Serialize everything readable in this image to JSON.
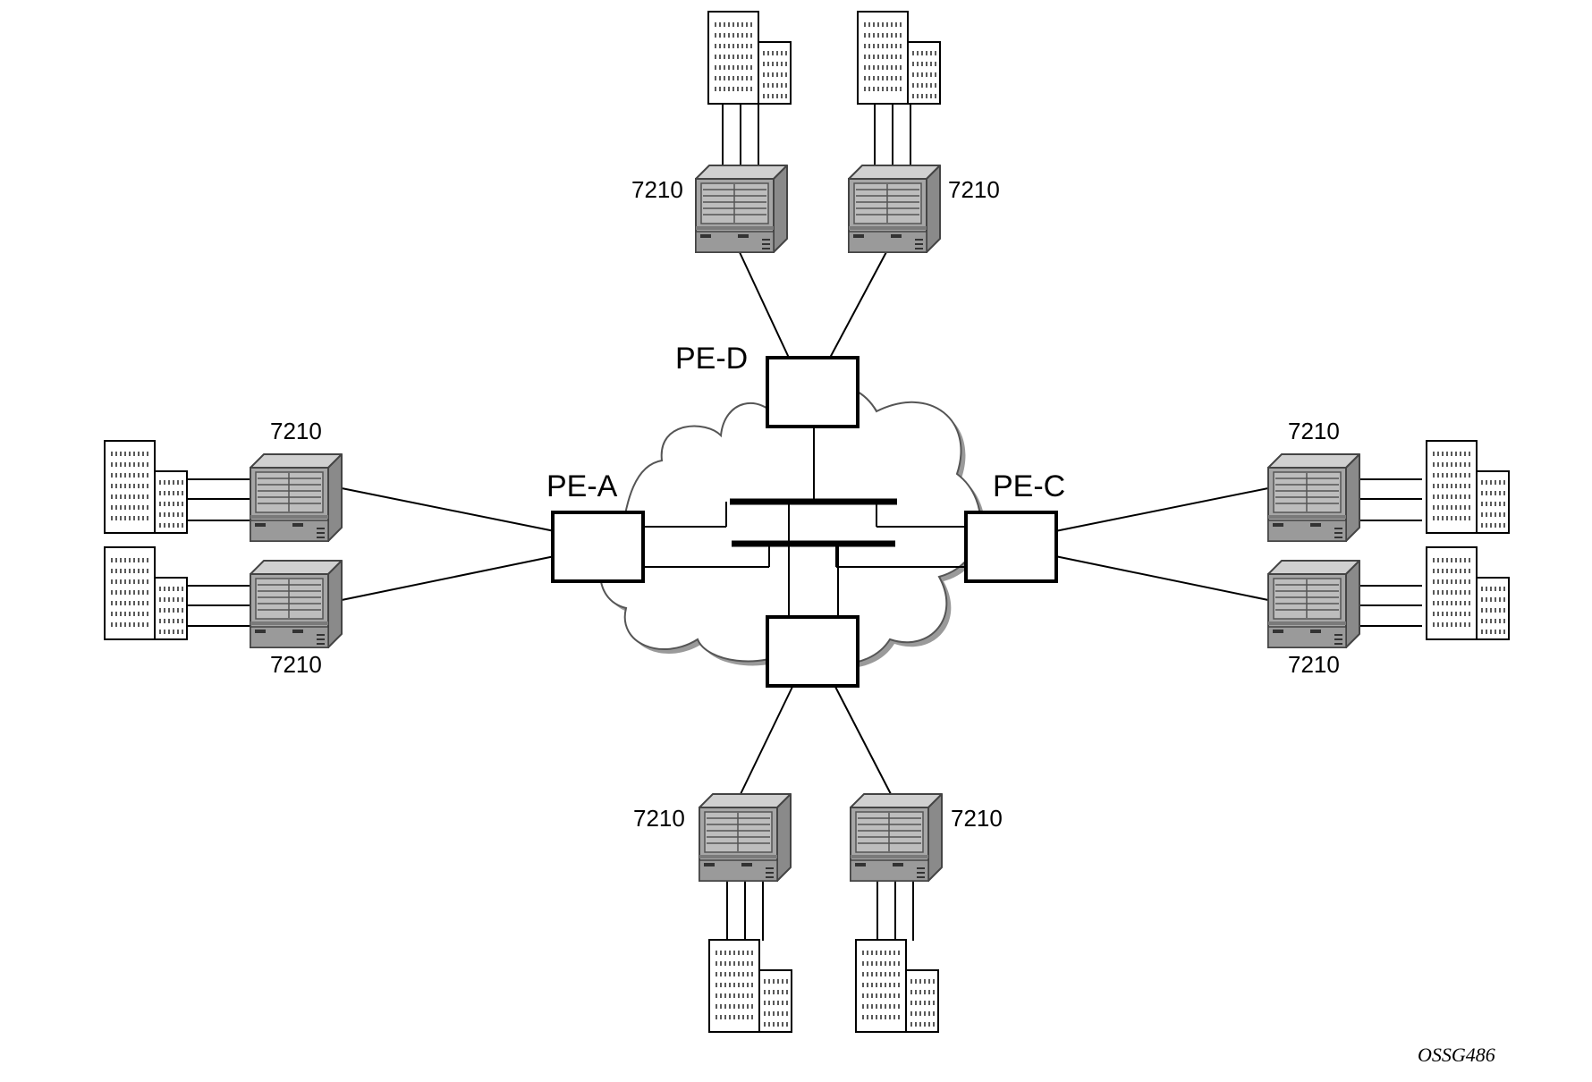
{
  "diagram": {
    "pe_labels": {
      "pe_a": "PE-A",
      "pe_c": "PE-C",
      "pe_d": "PE-D"
    },
    "device_label": "7210",
    "figure_id": "OSSG486"
  },
  "colors": {
    "line": "#000000",
    "cloud_fill": "#ffffff",
    "cloud_shadow": "#9a9a9a",
    "device_body": "#a6a6a6",
    "device_dark": "#555555",
    "building_fill": "#ffffff"
  },
  "icons": [
    "cloud-icon",
    "router-icon",
    "building-icon",
    "pe-router-box"
  ]
}
